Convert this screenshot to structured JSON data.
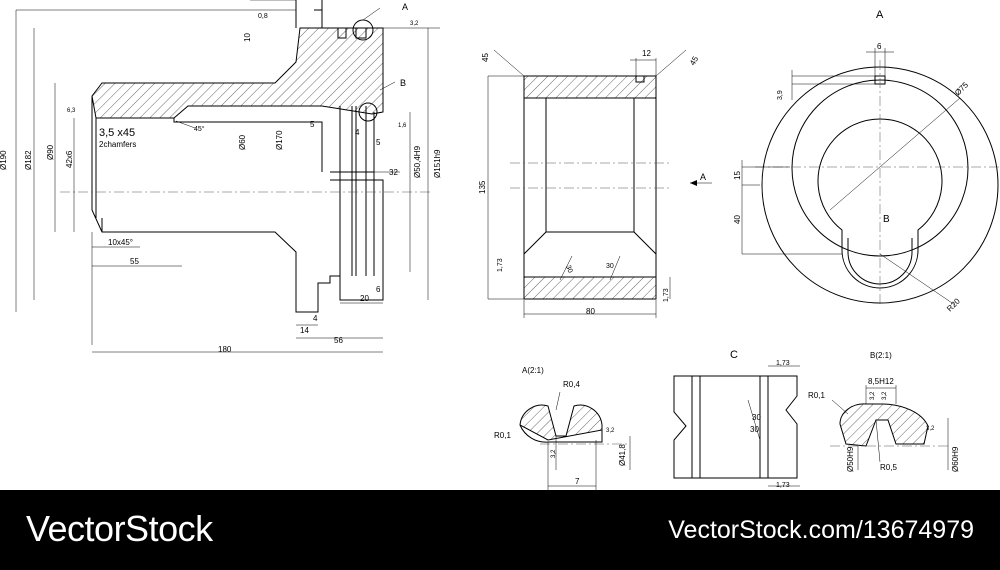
{
  "colors": {
    "line": "#000000",
    "background": "#ffffff",
    "footer_bg": "#000000",
    "footer_text": "#ffffff"
  },
  "footer": {
    "brand": "VectorStock",
    "url": "VectorStock.com/13674979"
  },
  "labels": {
    "view_a_top": "A",
    "view_a_right": "A",
    "arrow_a": "A",
    "label_b_main": "B",
    "label_b_view": "B",
    "section_c": "C",
    "detail_a": "A(2:1)",
    "detail_b": "B(2:1)"
  },
  "dims_main": {
    "d190": "Ø190",
    "d182": "Ø182",
    "d90": "Ø90",
    "t42x6": "42x6",
    "r63": "6,3",
    "chamfer": "3,5 x45",
    "chamfers_note": "2chamfers",
    "ang45": "45°",
    "d60": "Ø60",
    "d170": "Ø170",
    "d5a": "5",
    "d4": "4",
    "d5b": "5",
    "r16": "1,6",
    "d504": "Ø50,4H9",
    "d151": "Ø151h9",
    "d32": "32",
    "d20": "20",
    "d6": "6",
    "d14": "14",
    "d4b": "4",
    "d56": "56",
    "d180": "180",
    "d55": "55",
    "ch10": "10x45°",
    "d10": "10",
    "r08": "0,8",
    "r32": "3,2"
  },
  "dims_section": {
    "d45a": "45",
    "d12": "12",
    "d45b": "45",
    "d135": "135",
    "d173a": "1,73",
    "a30a": "30",
    "a30b": "30",
    "d173b": "1,73",
    "d80": "80"
  },
  "dims_view": {
    "d6": "6",
    "d39": "3,9",
    "d75": "Ø75",
    "d15": "15",
    "d40": "40",
    "r20": "R20"
  },
  "dims_detail_a": {
    "r04": "R0,4",
    "r01": "R0,1",
    "r32a": "3,2",
    "r32b": "3,2",
    "d418": "Ø41,8",
    "d7": "7"
  },
  "dims_detail_c": {
    "d173a": "1,73",
    "a30a": "30",
    "a30b": "30",
    "d173b": "1,73"
  },
  "dims_detail_b": {
    "r01": "R0,1",
    "d85": "8,5H12",
    "r32a": "3,2",
    "r32b": "3,2",
    "r32c": "3,2",
    "d50h9": "Ø50H9",
    "r05": "R0,5",
    "d60h9": "Ø60H9"
  }
}
